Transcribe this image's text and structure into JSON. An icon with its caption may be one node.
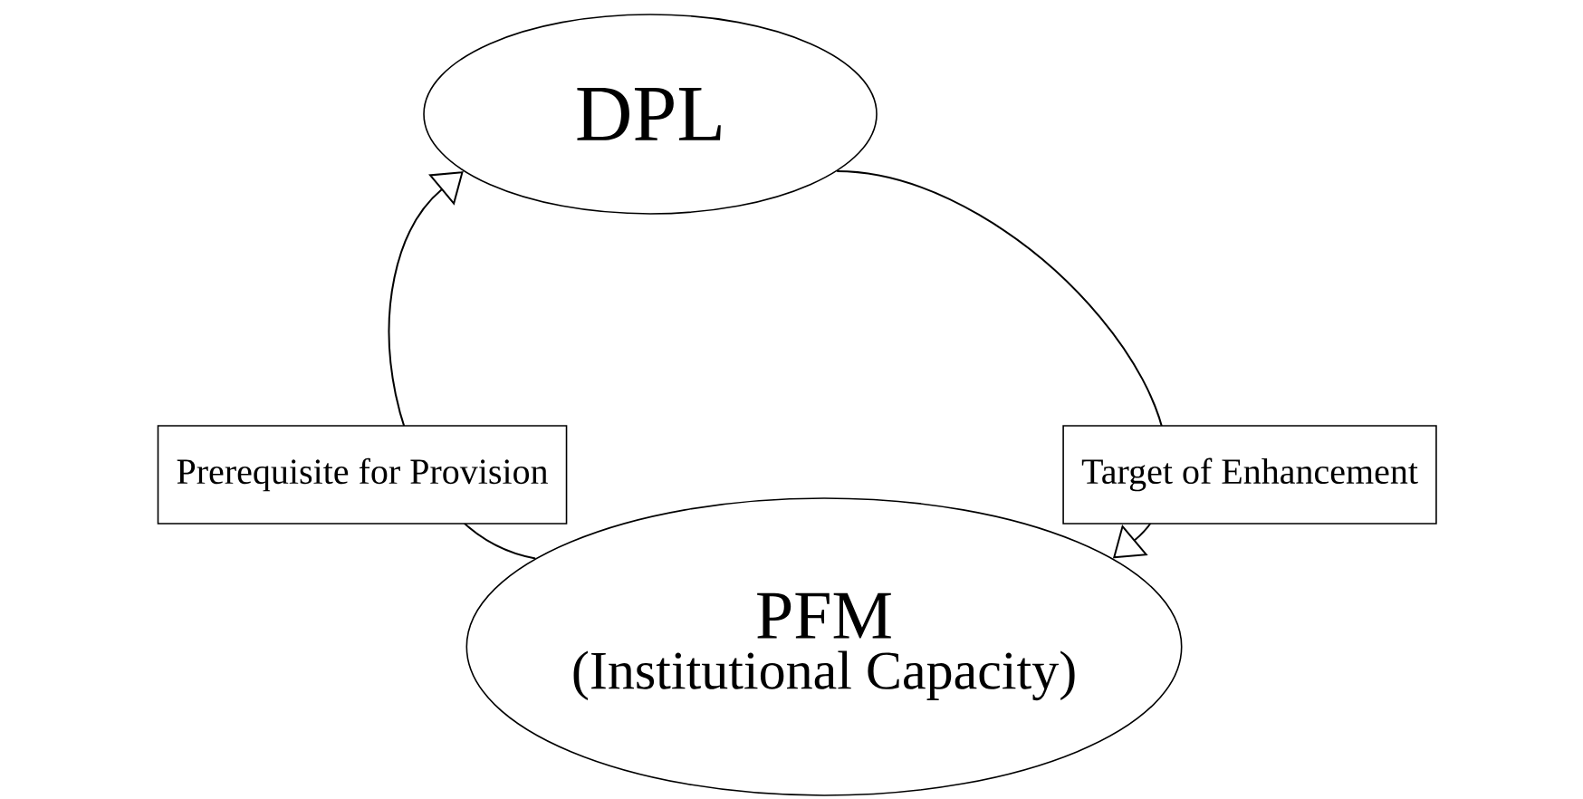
{
  "diagram": {
    "nodes": [
      {
        "text": [
          "DPL"
        ]
      },
      {
        "text": [
          "PFM",
          "(Institutional Capacity)"
        ]
      }
    ],
    "edges": [
      {
        "from": 1,
        "to": 0,
        "arrow": "to",
        "label": "Prerequisite for Provision"
      },
      {
        "from": 0,
        "to": 1,
        "arrow": "to",
        "label": "Target of Enhancement"
      }
    ]
  }
}
